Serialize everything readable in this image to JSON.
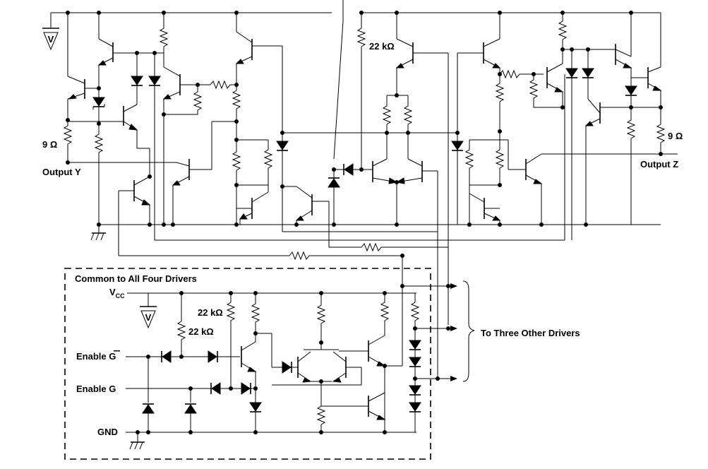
{
  "labels": {
    "output_y": "Output Y",
    "output_z": "Output Z",
    "nine_ohm_left": "9 Ω",
    "nine_ohm_right": "9 Ω",
    "r22k_top": "22 kΩ",
    "r22k_a": "22 kΩ",
    "r22k_b": "22 kΩ",
    "common_box_title": "Common to All Four Drivers",
    "vcc_main": "V",
    "vcc_sub": "CC",
    "enable_g_bar": "Enable G",
    "enable_g": "Enable G",
    "gnd": "GND",
    "to_three_other_drivers": "To Three Other Drivers",
    "supply_symbol_top": "V",
    "supply_symbol_box": "V"
  }
}
